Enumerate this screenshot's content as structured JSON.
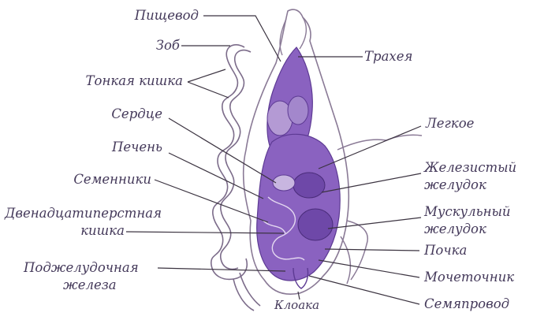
{
  "figure": {
    "colors": {
      "organ_fill": "#8a62c0",
      "organ_dark": "#5d3a93",
      "outline": "#7c6c8a",
      "leader": "#3b3340",
      "label": "#44395a"
    },
    "labels": {
      "esophagus": "Пищевод",
      "crop": "Зоб",
      "small_intestine": "Тонкая кишка",
      "heart": "Сердце",
      "liver": "Печень",
      "testes": "Семенники",
      "duodenum_line1": "Двенадцатиперстная",
      "duodenum_line2": "кишка",
      "pancreas_line1": "Поджелудочная",
      "pancreas_line2": "железа",
      "cloaca": "Клоака",
      "trachea": "Трахея",
      "lung": "Легкое",
      "glandular_stomach_line1": "Железистый",
      "glandular_stomach_line2": "желудок",
      "muscular_stomach_line1": "Мускульный",
      "muscular_stomach_line2": "желудок",
      "kidney": "Почка",
      "ureter": "Мочеточник",
      "vas_deferens": "Семяпровод"
    }
  }
}
